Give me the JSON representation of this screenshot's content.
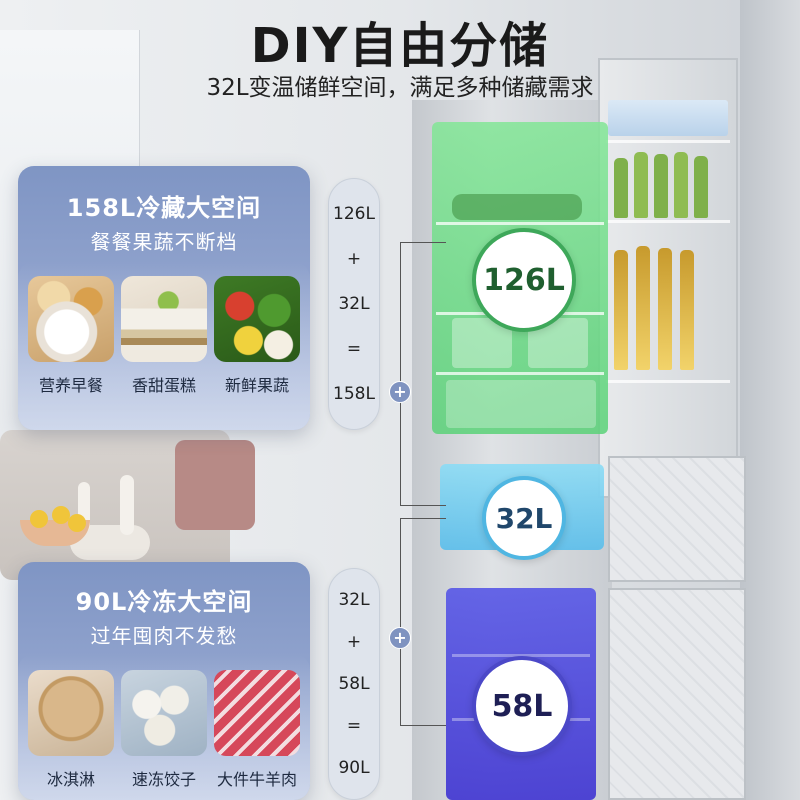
{
  "title": "DIY自由分储",
  "subtitle": "32L变温储鲜空间，满足多种储藏需求",
  "fridge_panel": {
    "heading": "158L冷藏大空间",
    "subheading": "餐餐果蔬不断档",
    "items": [
      {
        "label": "营养早餐",
        "icon": "breakfast-photo"
      },
      {
        "label": "香甜蛋糕",
        "icon": "cake-photo"
      },
      {
        "label": "新鲜果蔬",
        "icon": "vegetables-photo"
      }
    ]
  },
  "freezer_panel": {
    "heading": "90L冷冻大空间",
    "subheading": "过年囤肉不发愁",
    "items": [
      {
        "label": "冰淇淋",
        "icon": "icecream-photo"
      },
      {
        "label": "速冻饺子",
        "icon": "dumplings-photo"
      },
      {
        "label": "大件牛羊肉",
        "icon": "meat-photo"
      }
    ]
  },
  "math_top": [
    "126L",
    "+",
    "32L",
    "=",
    "158L"
  ],
  "math_bottom": [
    "32L",
    "+",
    "58L",
    "=",
    "90L"
  ],
  "zones": {
    "fridge": "126L",
    "variable": "32L",
    "freezer": "58L"
  },
  "plus_symbol": "+",
  "colors": {
    "fridge_zone": "#5fd27a",
    "variable_zone": "#63c4ec",
    "freezer_zone": "#4b48d6",
    "panel": "#8ea1cc"
  }
}
